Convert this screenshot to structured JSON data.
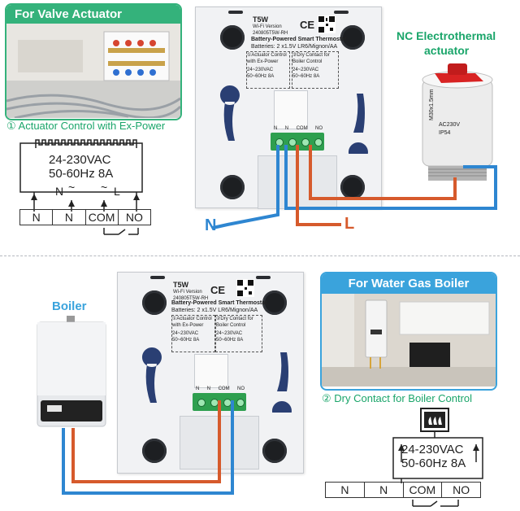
{
  "top": {
    "valve_header": "For Valve Actuator",
    "actuator_caption": "① Actuator Control with Ex-Power",
    "voltage": "24-230VAC",
    "freq": "50-60Hz 8A",
    "sym_n": "N",
    "sym_tilde1": "~",
    "sym_tilde2": "~",
    "sym_l": "L",
    "cells": [
      "N",
      "N",
      "COM",
      "NO"
    ],
    "actuator_title_line1": "NC Electrothermal",
    "actuator_title_line2": "actuator",
    "actuator_spec_1": "M30x1.5mm",
    "actuator_spec_2": "AC230V",
    "actuator_spec_3": "IP54",
    "wire_n": "N",
    "wire_l": "L"
  },
  "device": {
    "model": "T5W",
    "version": "Wi-Fi Version",
    "serial": "240805T5W-RH",
    "title": "Battery-Powered Smart Thermostat",
    "batteries": "Batteries: 2 x1.5V LR6/Mignon/AA",
    "box1_title": "①Actuator Control with Ex-Power",
    "box1_v": "24~230VAC",
    "box1_f": "50~60Hz 8A",
    "box2_title": "②Dry Contact for Boiler Control",
    "box2_v": "24~230VAC",
    "box2_f": "50~60Hz 8A",
    "terminals": [
      "N",
      "N",
      "COM",
      "NO"
    ],
    "ce": "CE"
  },
  "bottom": {
    "boiler_label": "Boiler",
    "gas_header": "For Water Gas Boiler",
    "dry_caption": "② Dry Contact for Boiler Control",
    "voltage": "24-230VAC",
    "freq": "50-60Hz 8A",
    "cells": [
      "N",
      "N",
      "COM",
      "NO"
    ]
  },
  "colors": {
    "green": "#34b27b",
    "blue_wire": "#2e86d1",
    "red_wire": "#d65a2c",
    "terminal_green": "#2e9f4f",
    "header_blue": "#3aa3dc"
  }
}
